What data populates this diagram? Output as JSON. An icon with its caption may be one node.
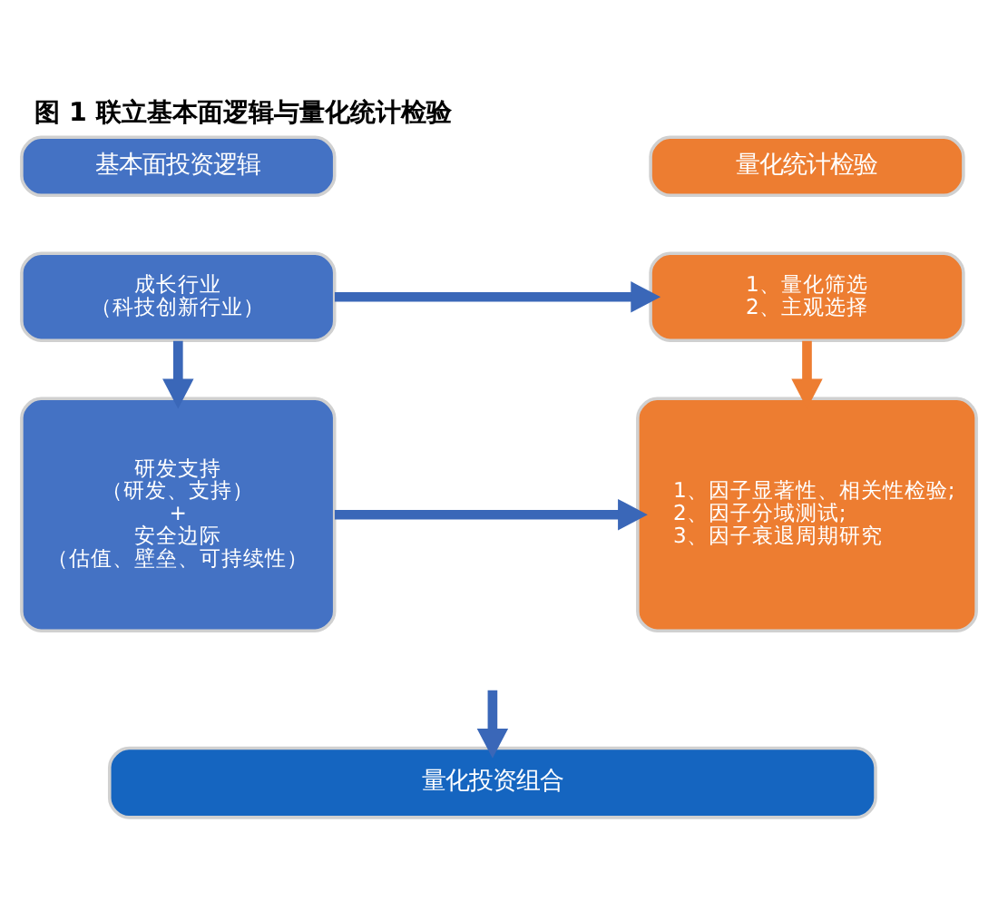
{
  "diagram": {
    "title": "图 1 联立基本面逻辑与量化统计检验",
    "nodes": [
      {
        "text": [
          "基本面投资逻辑"
        ]
      },
      {
        "text": [
          "量化统计检验"
        ]
      },
      {
        "text": [
          "成长行业",
          "（科技创新行业）"
        ]
      },
      {
        "text": [
          "1、量化筛选",
          "2、主观选择"
        ]
      },
      {
        "text": [
          "研发支持",
          "（研发、支持）",
          "+",
          "安全边际",
          "（估值、壁垒、可持续性）"
        ]
      },
      {
        "text": [
          "1、因子显著性、相关性检验;",
          "2、因子分域测试;",
          "3、因子衰退周期研究"
        ]
      },
      {
        "text": [
          "量化投资组合"
        ]
      }
    ],
    "edges": [
      {
        "from": 2,
        "to": 3,
        "arrow": "to"
      },
      {
        "from": 2,
        "to": 4,
        "arrow": "to"
      },
      {
        "from": 3,
        "to": 5,
        "arrow": "to",
        "color": "#ed7d31"
      },
      {
        "from": 4,
        "to": 5,
        "arrow": "to"
      },
      {
        "from": null,
        "to": 6,
        "arrow": "to"
      }
    ]
  }
}
